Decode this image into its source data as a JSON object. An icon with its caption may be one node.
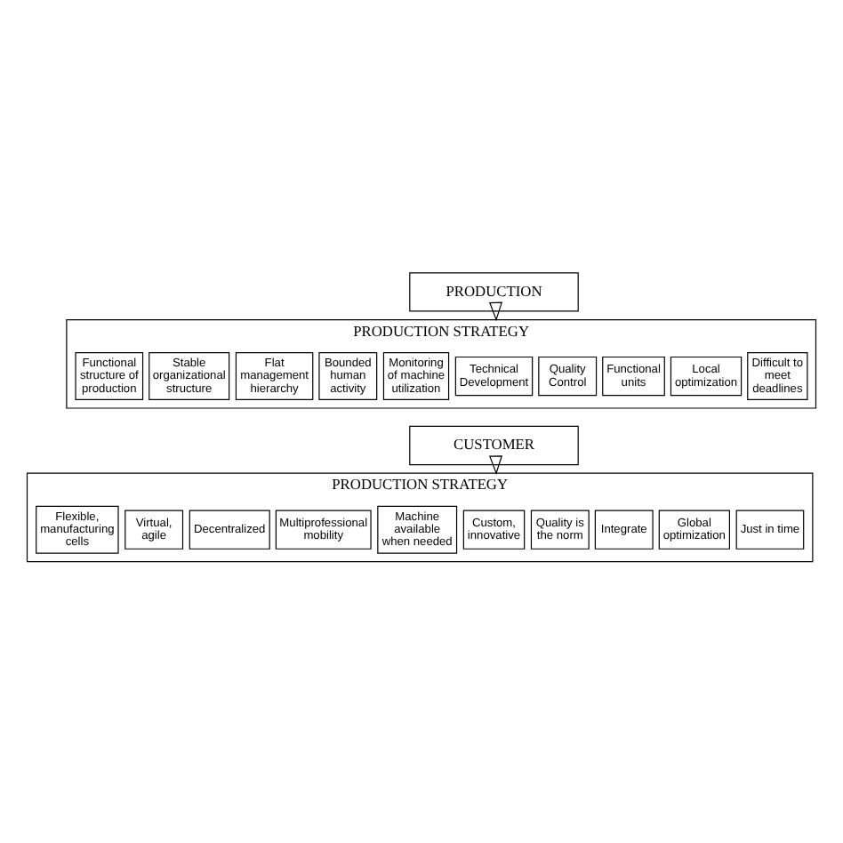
{
  "diagram": {
    "nodes": [
      {
        "text": [
          "PRODUCTION"
        ]
      },
      {
        "text": [
          "PRODUCTION STRATEGY"
        ]
      },
      {
        "text": [
          "Functional structure of production"
        ],
        "in": 1
      },
      {
        "text": [
          "Stable organizational structure"
        ],
        "in": 1
      },
      {
        "text": [
          "Flat management hierarchy"
        ],
        "in": 1
      },
      {
        "text": [
          "Bounded human activity"
        ],
        "in": 1
      },
      {
        "text": [
          "Monitoring of machine utilization"
        ],
        "in": 1
      },
      {
        "text": [
          "Technical Development"
        ],
        "in": 1
      },
      {
        "text": [
          "Quality Control"
        ],
        "in": 1
      },
      {
        "text": [
          "Functional units"
        ],
        "in": 1
      },
      {
        "text": [
          "Local optimization"
        ],
        "in": 1
      },
      {
        "text": [
          "Difficult to meet deadlines"
        ],
        "in": 1
      },
      {
        "text": [
          "CUSTOMER"
        ]
      },
      {
        "text": [
          "PRODUCTION STRATEGY"
        ]
      },
      {
        "text": [
          "Flexible, manufacturing cells"
        ],
        "in": 13
      },
      {
        "text": [
          "Virtual, agile"
        ],
        "in": 13
      },
      {
        "text": [
          "Decentralized"
        ],
        "in": 13
      },
      {
        "text": [
          "Multiprofessional mobility"
        ],
        "in": 13
      },
      {
        "text": [
          "Machine available when needed"
        ],
        "in": 13
      },
      {
        "text": [
          "Custom, innovative"
        ],
        "in": 13
      },
      {
        "text": [
          "Quality is the norm"
        ],
        "in": 13
      },
      {
        "text": [
          "Integrate"
        ],
        "in": 13
      },
      {
        "text": [
          "Global optimization"
        ],
        "in": 13
      },
      {
        "text": [
          "Just in time"
        ],
        "in": 13
      }
    ],
    "edges": [
      {
        "from": 0,
        "to": 1,
        "arrow": "to"
      },
      {
        "from": 12,
        "to": 13,
        "arrow": "to"
      }
    ]
  }
}
